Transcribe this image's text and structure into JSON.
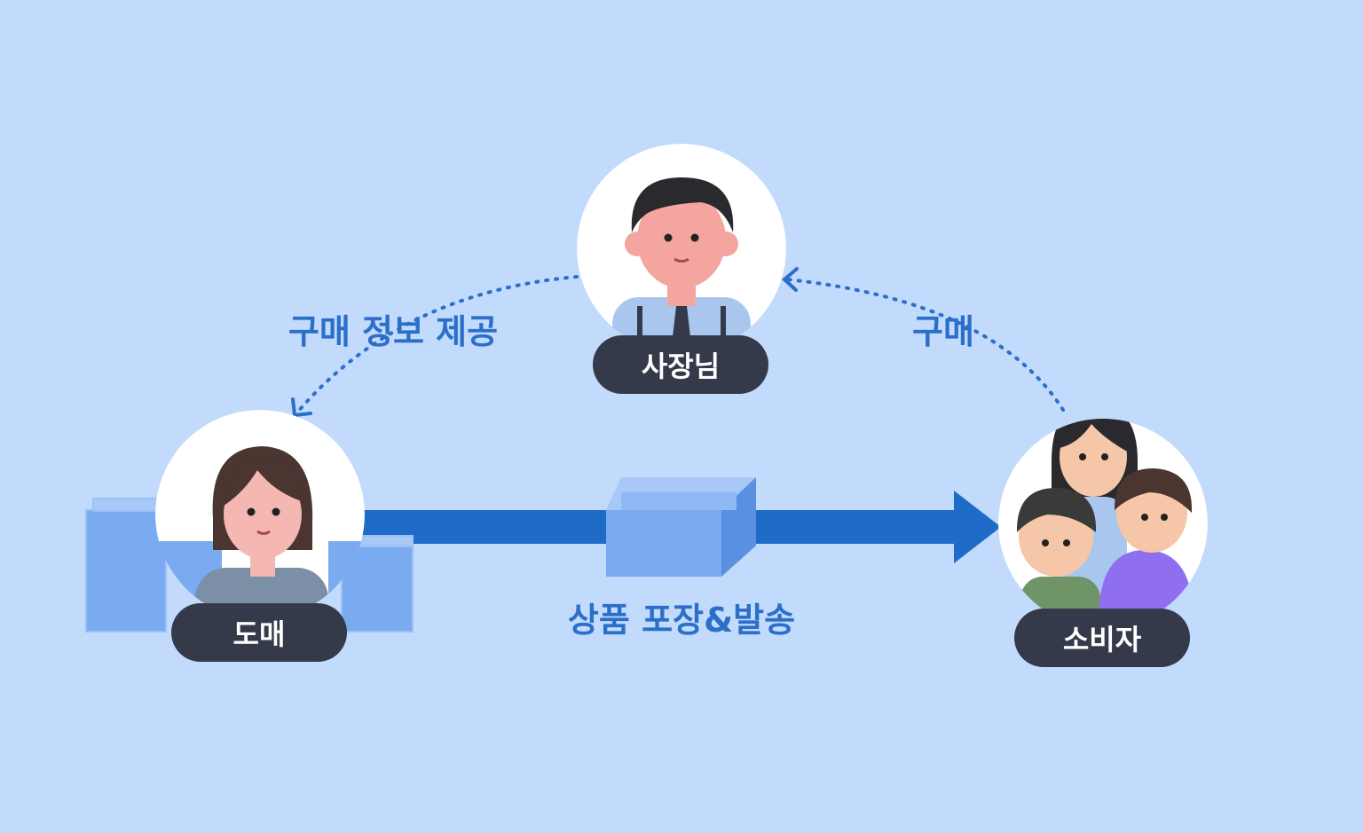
{
  "nodes": {
    "owner": "사장님",
    "wholesale": "도매",
    "consumer": "소비자"
  },
  "edges": {
    "provide_info": "구매 정보 제공",
    "purchase": "구매",
    "ship": "상품 포장&발송"
  },
  "colors": {
    "background": "#c2dafc",
    "arrow": "#1f6bc8",
    "label_text": "#2b6fc8",
    "pill": "#353a4a",
    "box": "#7aaaf0"
  }
}
